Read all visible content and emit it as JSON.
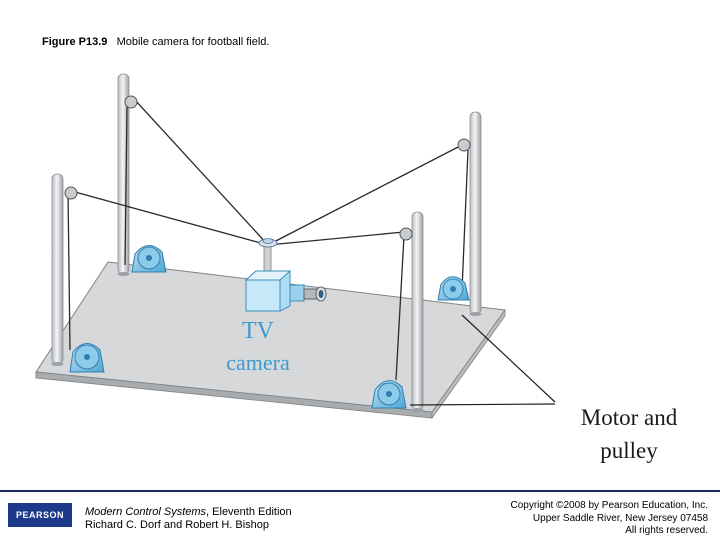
{
  "caption": {
    "label": "Figure P13.9",
    "text": "Mobile camera for football field."
  },
  "diagram": {
    "camera_label_line1": "TV",
    "camera_label_line2": "camera",
    "motor_label_line1": "Motor and",
    "motor_label_line2": "pulley"
  },
  "footer": {
    "logo_text": "PEARSON",
    "book_title_italic": "Modern Control Systems",
    "book_title_rest": ", Eleventh Edition",
    "authors": "Richard C. Dorf and Robert H. Bishop",
    "copyright_line1": "Copyright ©2008 by Pearson Education, Inc.",
    "copyright_line2": "Upper Saddle River, New Jersey 07458",
    "copyright_line3": "All rights reserved."
  }
}
